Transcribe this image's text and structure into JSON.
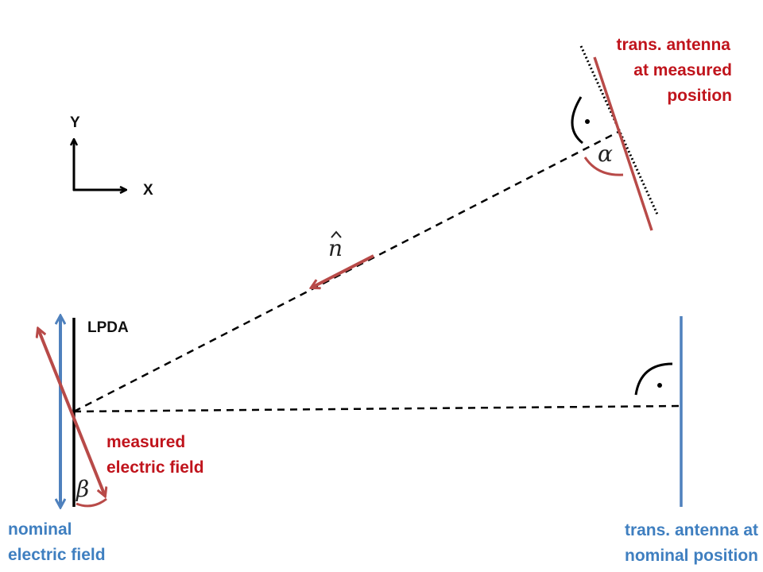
{
  "colors": {
    "red": "#b84a48",
    "label_red": "#c0141c",
    "blue": "#4f81bd",
    "label_blue": "#3f7fc0",
    "black": "#000000"
  },
  "axes": {
    "y_label": "Y",
    "x_label": "X"
  },
  "lpda": {
    "label": "LPDA"
  },
  "transmitter_measured": {
    "label_lines": [
      "trans. antenna",
      "at measured",
      "position"
    ]
  },
  "transmitter_nominal": {
    "label_lines": [
      "trans. antenna at",
      "nominal position"
    ]
  },
  "measured_field": {
    "label_lines": [
      "measured",
      "electric field"
    ]
  },
  "nominal_field": {
    "label_lines": [
      "nominal",
      "electric field"
    ]
  },
  "symbols": {
    "n_hat": "n",
    "alpha": "α",
    "beta": "β"
  }
}
